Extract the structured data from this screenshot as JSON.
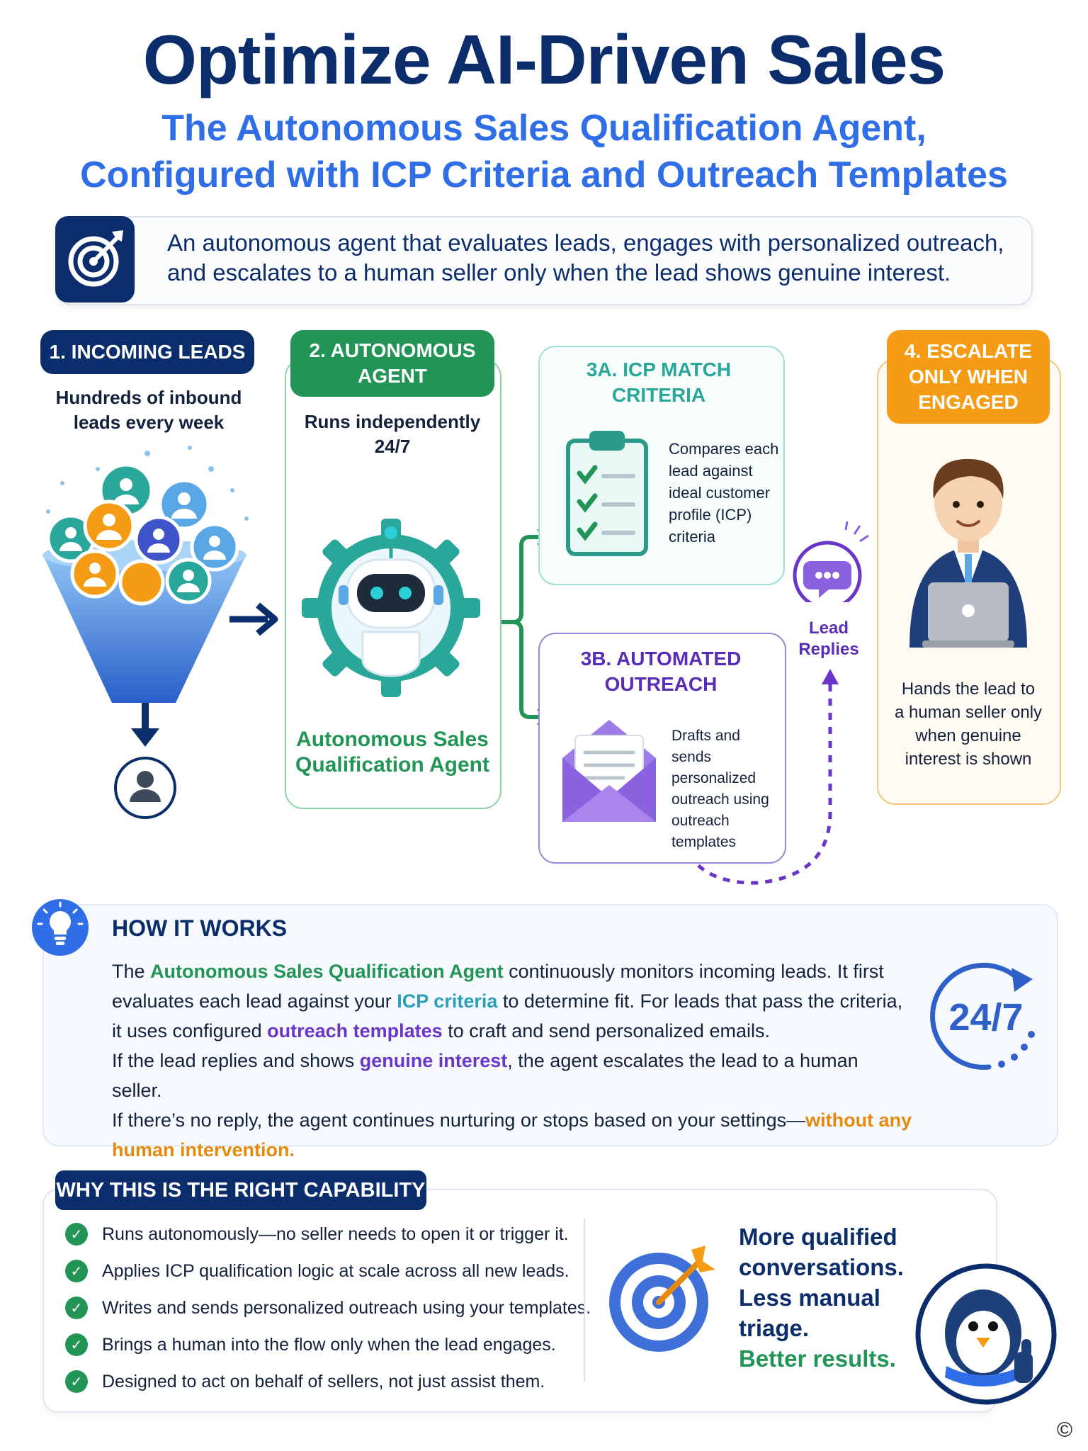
{
  "header": {
    "title": "Optimize AI-Driven Sales",
    "subtitle_line1": "The Autonomous Sales Qualification Agent,",
    "subtitle_line2": "Configured with ICP Criteria and Outreach Templates"
  },
  "intro": {
    "icon": "target-arrow-icon",
    "line1": "An autonomous agent that evaluates leads, engages with personalized outreach,",
    "line2": "and escalates to a human seller only when the lead shows genuine interest."
  },
  "steps": {
    "step1": {
      "label": "1. INCOMING LEADS",
      "desc_line1": "Hundreds of inbound",
      "desc_line2": "leads every week"
    },
    "step2": {
      "label_line1": "2. AUTONOMOUS",
      "label_line2": "AGENT",
      "desc_line1": "Runs independently",
      "desc_line2": "24/7",
      "agent_name_line1": "Autonomous Sales",
      "agent_name_line2": "Qualification Agent"
    },
    "step3a": {
      "label_line1": "3A. ICP MATCH",
      "label_line2": "CRITERIA",
      "desc": [
        "Compares each",
        "lead against",
        "ideal customer",
        "profile (ICP)",
        "criteria"
      ]
    },
    "step3b": {
      "label_line1": "3B. AUTOMATED",
      "label_line2": "OUTREACH",
      "desc": [
        "Drafts and sends",
        "personalized",
        "outreach using",
        "outreach",
        "templates"
      ]
    },
    "lead_replies": {
      "line1": "Lead",
      "line2": "Replies"
    },
    "step4": {
      "label_line1": "4. ESCALATE",
      "label_line2": "ONLY WHEN",
      "label_line3": "ENGAGED",
      "desc": [
        "Hands the lead to",
        "a human seller only",
        "when genuine",
        "interest is shown"
      ]
    }
  },
  "how_it_works": {
    "title": "HOW IT WORKS",
    "p1_a": "The ",
    "p1_agent": "Autonomous Sales Qualification Agent",
    "p1_b": " continuously monitors incoming leads. It first evaluates each lead against your ",
    "p1_icp": "ICP criteria",
    "p1_c": " to determine fit. For leads that pass the criteria, it uses configured ",
    "p1_templates": "outreach templates",
    "p1_d": " to craft and send personalized emails.",
    "p2_a": "If the lead replies and shows ",
    "p2_interest": "genuine interest",
    "p2_b": ", the agent escalates the lead to a human seller.",
    "p3_a": "If there’s no reply, the agent continues nurturing or stops based on your settings—",
    "p3_highlight": "without any human intervention.",
    "badge": "24/7"
  },
  "why": {
    "title": "WHY THIS IS THE RIGHT CAPABILITY",
    "items": [
      "Runs autonomously—no seller needs to open it or trigger it.",
      "Applies ICP qualification logic at scale across all new leads.",
      "Writes and sends personalized outreach using your templates.",
      "Brings a human into the flow only when the lead engages.",
      "Designed to act on behalf of sellers, not just assist them."
    ],
    "results_line1": "More qualified",
    "results_line2": "conversations.",
    "results_line3": "Less manual",
    "results_line4": "triage.",
    "results_line5": "Better results."
  },
  "copyright": "©",
  "colors": {
    "navy": "#0c2d6b",
    "blue": "#2f6ee6",
    "green": "#229556",
    "teal": "#2aa79b",
    "purple": "#6a35c9",
    "orange": "#f59c14"
  }
}
